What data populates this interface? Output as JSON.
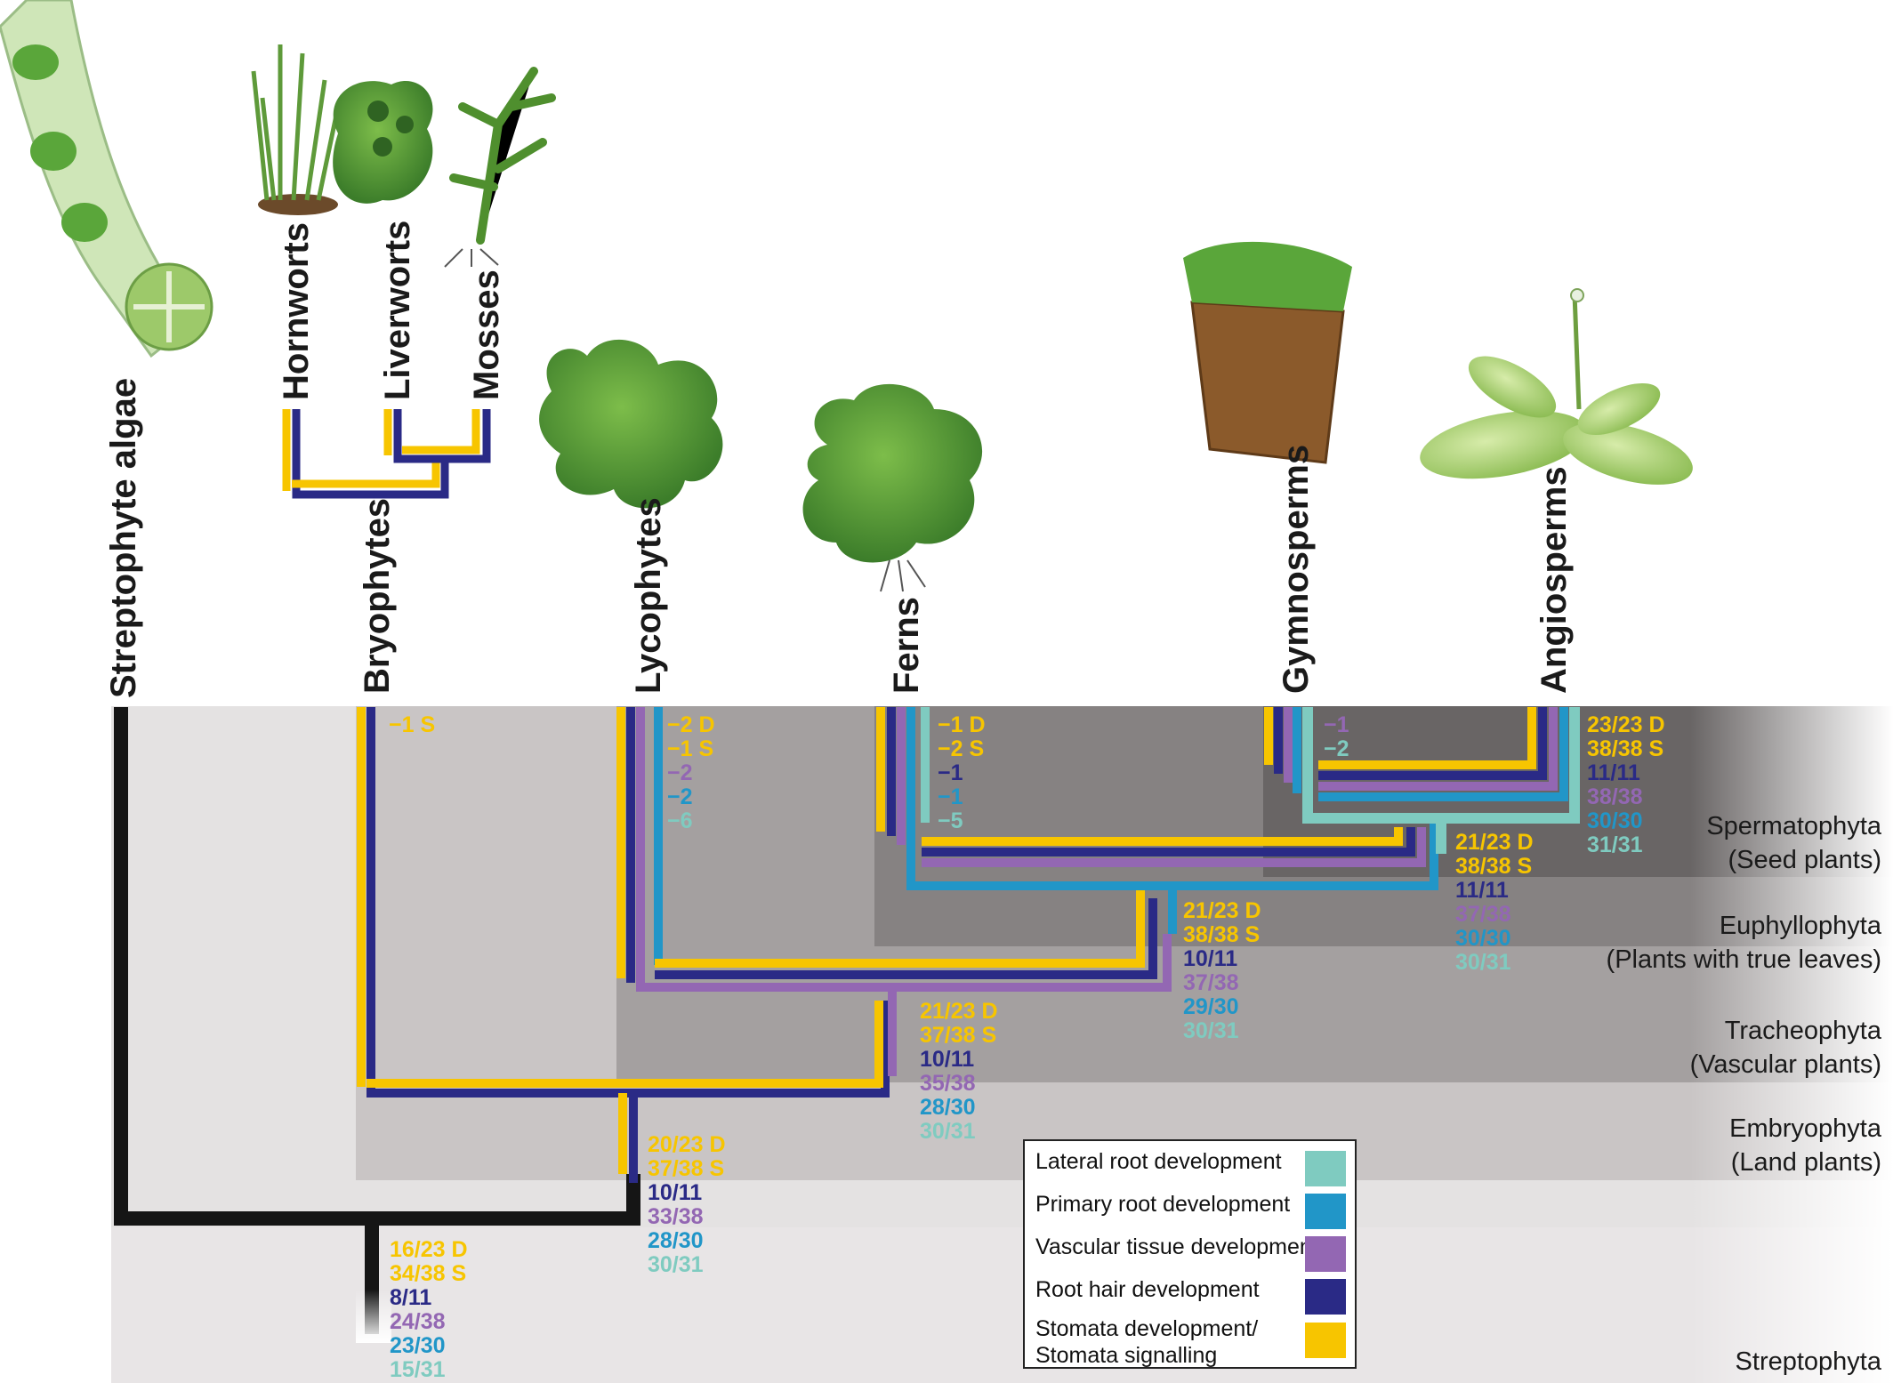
{
  "taxa": [
    {
      "label": "Streptophyte algae"
    },
    {
      "label": "Hornworts"
    },
    {
      "label": "Liverworts"
    },
    {
      "label": "Mosses"
    },
    {
      "label": "Bryophytes"
    },
    {
      "label": "Lycophytes"
    },
    {
      "label": "Ferns"
    },
    {
      "label": "Gymnosperms"
    },
    {
      "label": "Angiosperms"
    }
  ],
  "clades": [
    {
      "name": "Spermatophyta",
      "common": "(Seed plants)"
    },
    {
      "name": "Euphyllophyta",
      "common": "(Plants with true leaves)"
    },
    {
      "name": "Tracheophyta",
      "common": "(Vascular plants)"
    },
    {
      "name": "Embryophyta",
      "common": "(Land plants)"
    },
    {
      "name": "Streptophyta",
      "common": ""
    }
  ],
  "colors": {
    "lateral_root": "#7fcbc0",
    "primary_root": "#2196c8",
    "vascular": "#9367b3",
    "root_hair": "#2a2a86",
    "stomata": "#f7c500",
    "trunk": "#151515"
  },
  "counts": {
    "streptophyta": [
      "16/23 D",
      "34/38 S",
      "8/11",
      "24/38",
      "23/30",
      "15/31"
    ],
    "embryophyta": [
      "20/23 D",
      "37/38 S",
      "10/11",
      "33/38",
      "28/30",
      "30/31"
    ],
    "tracheophyta": [
      "21/23 D",
      "37/38 S",
      "10/11",
      "35/38",
      "28/30",
      "30/31"
    ],
    "euphyllophyta": [
      "21/23 D",
      "38/38 S",
      "10/11",
      "37/38",
      "29/30",
      "30/31"
    ],
    "spermatophyta": [
      "21/23 D",
      "38/38 S",
      "11/11",
      "37/38",
      "30/30",
      "30/31"
    ],
    "angiosperms": [
      "23/23 D",
      "38/38 S",
      "11/11",
      "38/38",
      "30/30",
      "31/31"
    ],
    "bryophytes": [
      "−1 S"
    ],
    "lycophytes": [
      "−2 D",
      "−1 S",
      "−2",
      "−2",
      "−6"
    ],
    "ferns": [
      "−1 D",
      "−2 S",
      "−1",
      "−1",
      "−5"
    ],
    "gymnosperms": [
      "−1",
      "−2"
    ]
  },
  "legend": [
    {
      "label": "Lateral root development",
      "icon": "lateral-root-swatch"
    },
    {
      "label": "Primary root development",
      "icon": "primary-root-swatch"
    },
    {
      "label": "Vascular tissue development",
      "icon": "vascular-swatch"
    },
    {
      "label": "Root hair development",
      "icon": "root-hair-swatch"
    },
    {
      "label": "Stomata development/\nStomata signalling",
      "icon": "stomata-swatch"
    }
  ],
  "illustrations": [
    "streptophyte-alga-icon",
    "hornwort-icon",
    "liverwort-icon",
    "moss-icon",
    "lycophyte-icon",
    "fern-icon",
    "gymnosperm-icon",
    "angiosperm-icon"
  ]
}
